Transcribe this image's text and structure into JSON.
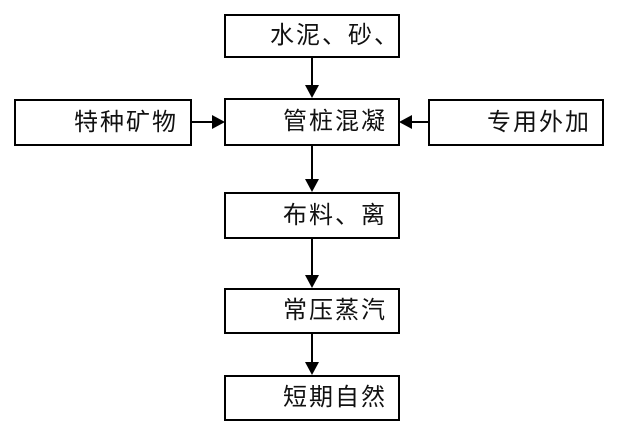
{
  "diagram": {
    "title": "pile-production-process-flowchart",
    "background_color": "#ffffff",
    "line_color": "#000000",
    "box_fill_color": "#ffffff",
    "text_color": "#111111",
    "nodes": [
      {
        "id": "cement-sand",
        "label": "水泥、砂、"
      },
      {
        "id": "special-mineral",
        "label": "特种矿物"
      },
      {
        "id": "pile-concrete",
        "label": "管桩混凝"
      },
      {
        "id": "special-admixture",
        "label": "专用外加"
      },
      {
        "id": "material-distribution",
        "label": "布料、离"
      },
      {
        "id": "steam-curing",
        "label": "常压蒸汽"
      },
      {
        "id": "natural-curing",
        "label": "短期自然"
      }
    ],
    "edges": [
      {
        "from": "cement-sand",
        "to": "pile-concrete",
        "direction": "down"
      },
      {
        "from": "special-mineral",
        "to": "pile-concrete",
        "direction": "right"
      },
      {
        "from": "special-admixture",
        "to": "pile-concrete",
        "direction": "left"
      },
      {
        "from": "pile-concrete",
        "to": "material-distribution",
        "direction": "down"
      },
      {
        "from": "material-distribution",
        "to": "steam-curing",
        "direction": "down"
      },
      {
        "from": "steam-curing",
        "to": "natural-curing",
        "direction": "down"
      }
    ]
  }
}
